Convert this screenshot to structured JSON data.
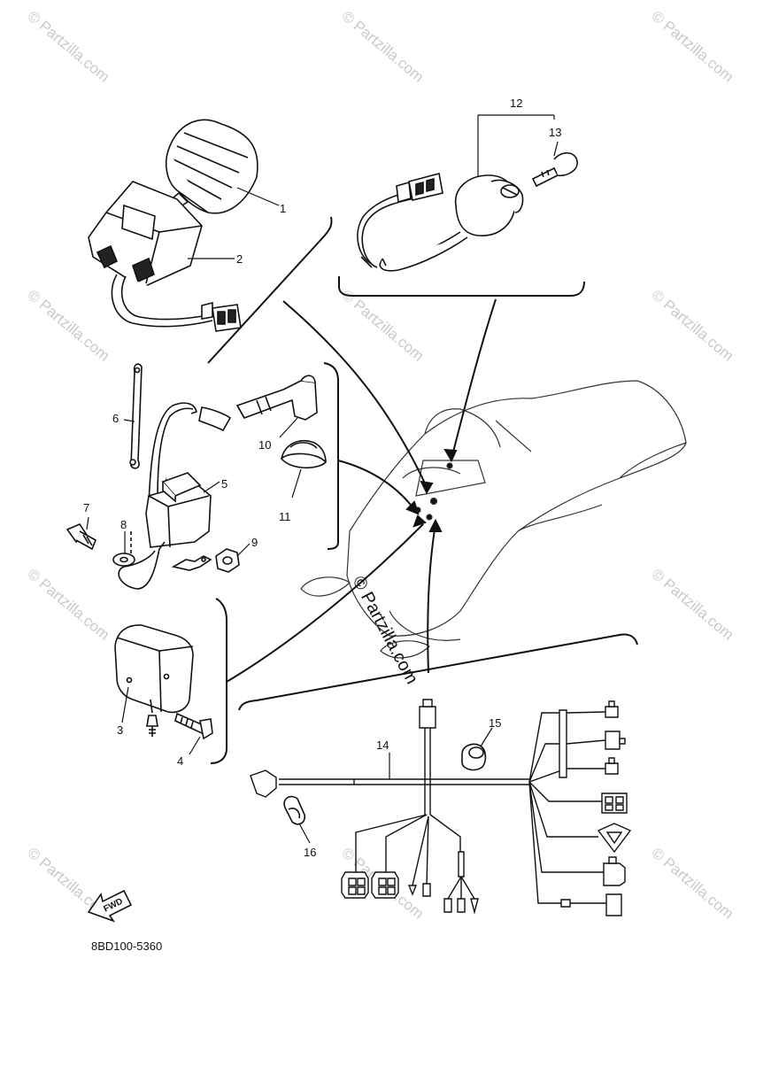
{
  "diagram": {
    "part_code": "8BD100-5360",
    "fwd_label": "FWD",
    "watermark": "© Partzilla.com",
    "callouts": {
      "c1": "1",
      "c2": "2",
      "c3": "3",
      "c4": "4",
      "c5": "5",
      "c6": "6",
      "c7": "7",
      "c8": "8",
      "c9": "9",
      "c10": "10",
      "c11": "11",
      "c12": "12",
      "c13": "13",
      "c14": "14",
      "c15": "15",
      "c16": "16"
    }
  }
}
